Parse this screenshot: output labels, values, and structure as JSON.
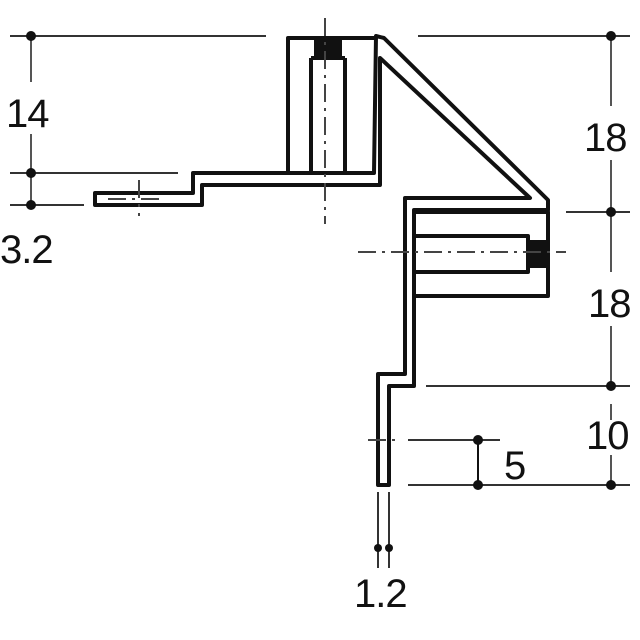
{
  "drawing": {
    "type": "cross-section profile with dimensions",
    "colors": {
      "line": "#111111",
      "dimension_line": "#333333",
      "background": "#ffffff"
    }
  },
  "dimensions": {
    "left_upper": "14",
    "left_lower": "3.2",
    "right_upper": "18",
    "right_middle": "18",
    "right_lower": "10",
    "slot_height": "5",
    "thickness": "1.2"
  }
}
